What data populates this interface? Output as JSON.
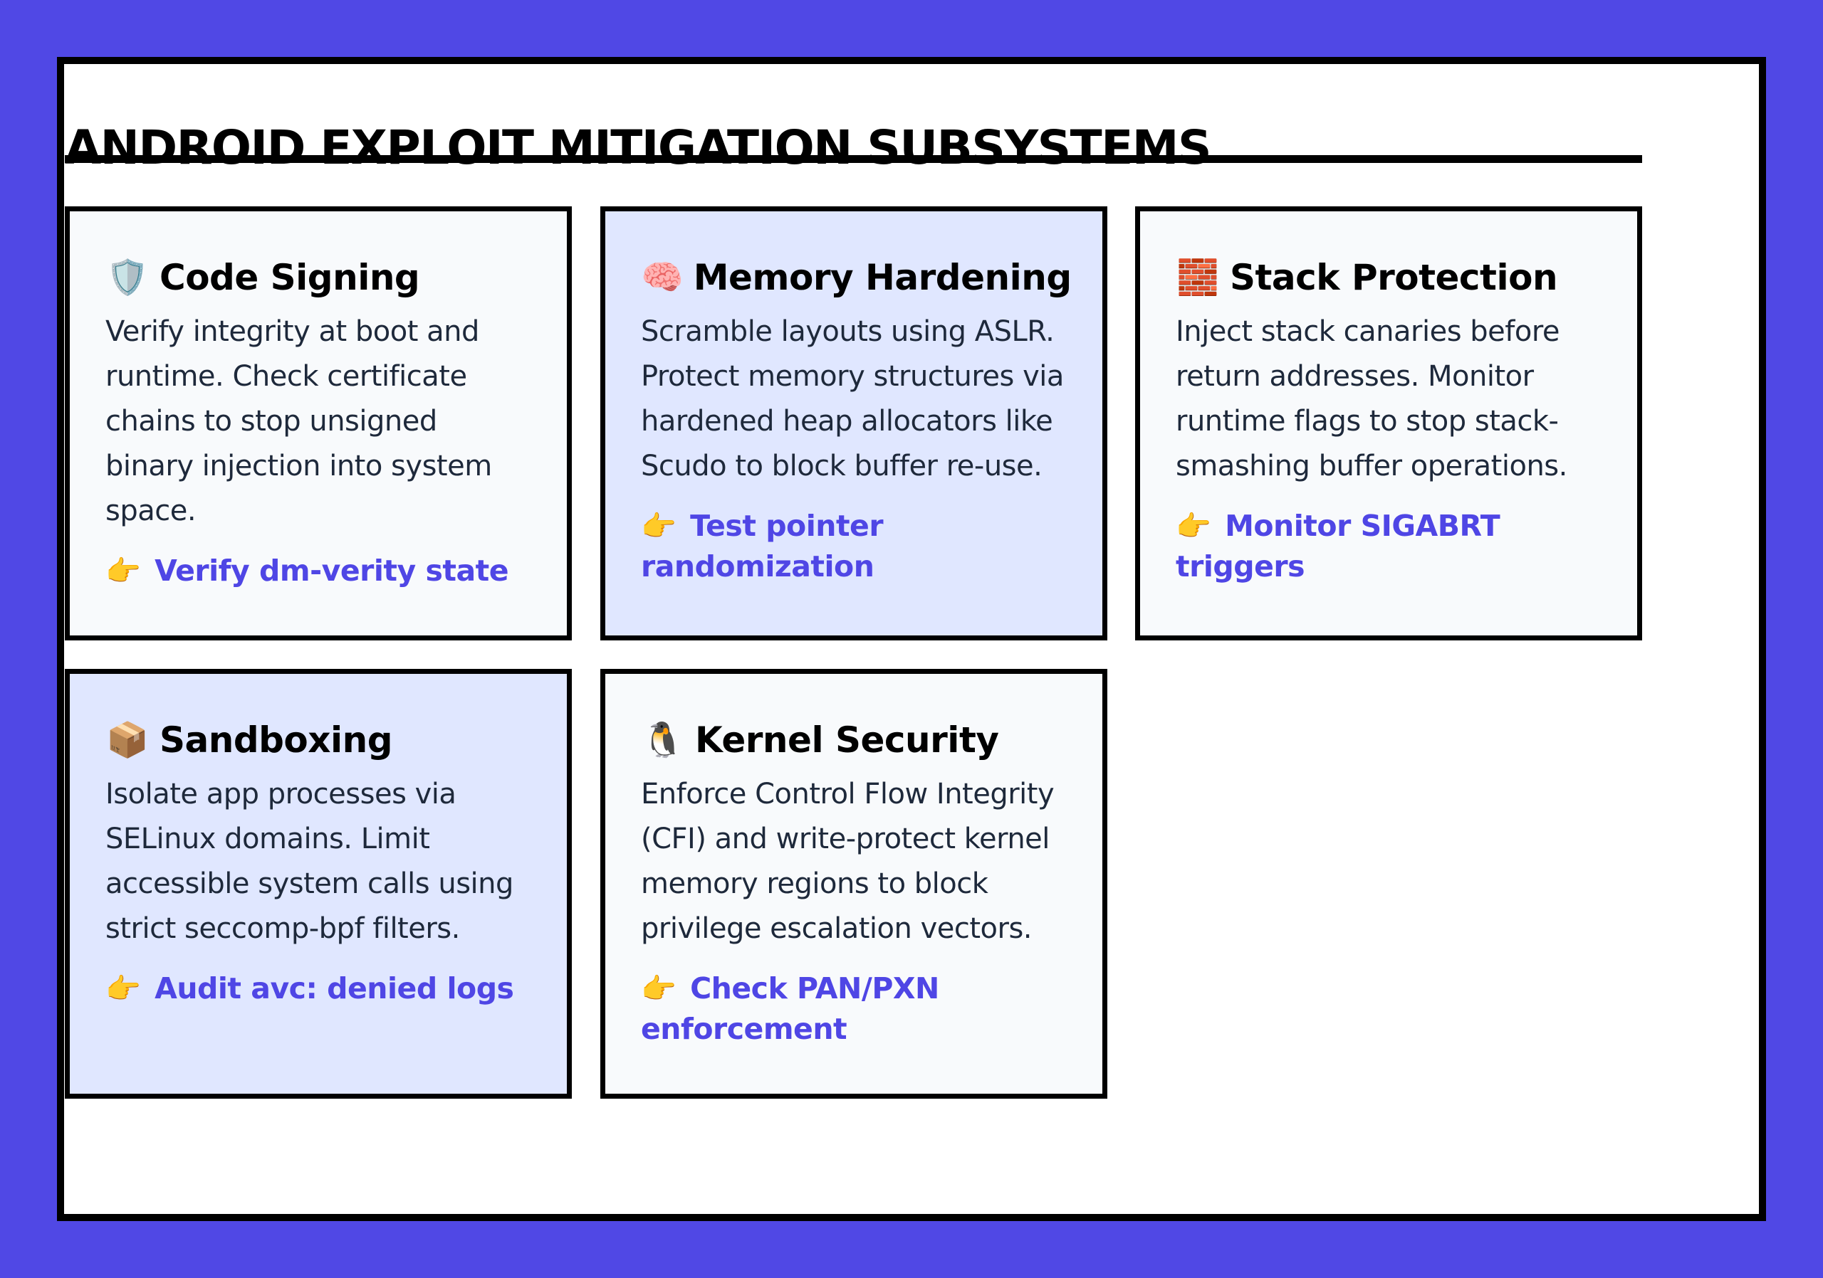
{
  "title": "ANDROID EXPLOIT MITIGATION SUBSYSTEMS",
  "cards": [
    {
      "icon": "🛡️",
      "icon_name": "shield-icon",
      "title": "Code Signing",
      "description": "Verify integrity at boot and runtime. Check certificate chains to stop unsigned binary injection into system space.",
      "action_icon": "👉",
      "action": "Verify dm-verity state",
      "background": "#f8fafc"
    },
    {
      "icon": "🧠",
      "icon_name": "brain-icon",
      "title": "Memory Hardening",
      "description": "Scramble layouts using ASLR. Protect memory structures via hardened heap allocators like Scudo to block buffer re-use.",
      "action_icon": "👉",
      "action": "Test pointer randomization",
      "background": "#e0e7ff"
    },
    {
      "icon": "🧱",
      "icon_name": "brick-icon",
      "title": "Stack Protection",
      "description": "Inject stack canaries before return addresses. Monitor runtime flags to stop stack-smashing buffer operations.",
      "action_icon": "👉",
      "action": "Monitor SIGABRT triggers",
      "background": "#f8fafc"
    },
    {
      "icon": "📦",
      "icon_name": "package-icon",
      "title": "Sandboxing",
      "description": "Isolate app processes via SELinux domains. Limit accessible system calls using strict seccomp-bpf filters.",
      "action_icon": "👉",
      "action": "Audit avc: denied logs",
      "background": "#e0e7ff"
    },
    {
      "icon": "🐧",
      "icon_name": "penguin-icon",
      "title": "Kernel Security",
      "description": "Enforce Control Flow Integrity (CFI) and write-protect kernel memory regions to block privilege escalation vectors.",
      "action_icon": "👉",
      "action": "Check PAN/PXN enforcement",
      "background": "#f8fafc"
    }
  ],
  "colors": {
    "page_background": "#5048e5",
    "panel_background": "#ffffff",
    "accent": "#4f46e5",
    "card_light": "#f8fafc",
    "card_tint": "#e0e7ff",
    "border": "#000000"
  }
}
